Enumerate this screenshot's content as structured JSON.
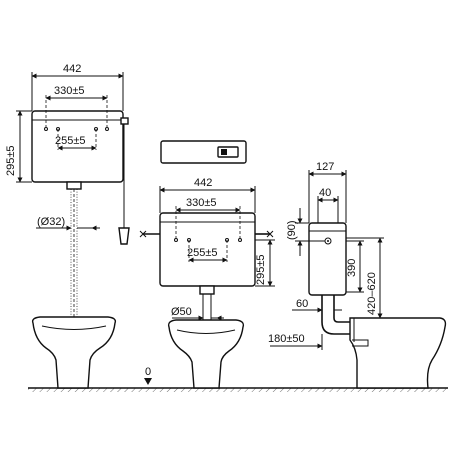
{
  "left_view": {
    "width": "442",
    "fixing_outer": "330±5",
    "fixing_inner": "255±5",
    "height": "295±5",
    "pipe_diameter": "(Ø32)"
  },
  "middle_view": {
    "width": "442",
    "fixing_outer": "330±5",
    "fixing_inner": "255±5",
    "height": "295±5",
    "outlet_diameter": "Ø50"
  },
  "right_view": {
    "top_width": "127",
    "inner_width": "40",
    "top_offset": "(90)",
    "height": "390",
    "height_range": "420–620",
    "outlet_height": "60",
    "outlet_length": "180±50"
  },
  "floor_level": "0"
}
